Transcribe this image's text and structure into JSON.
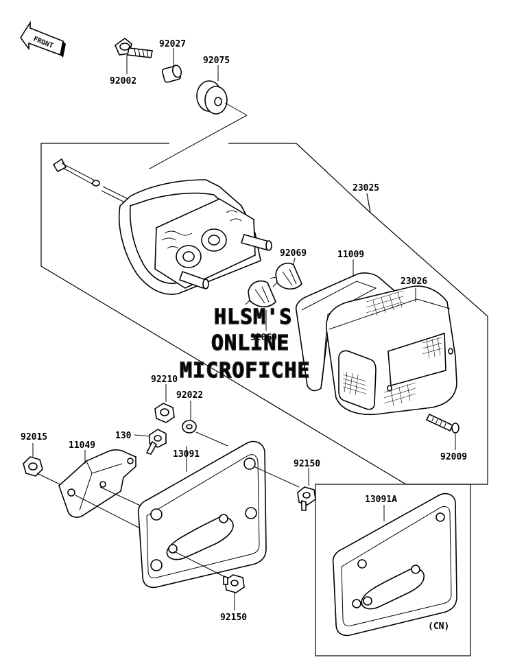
{
  "orientation_badge": "FRONT",
  "watermark": {
    "line1": "HLSM'S",
    "line2": "ONLINE",
    "line3": "MICROFICHE"
  },
  "parts": {
    "p92002": "92002",
    "p92027": "92027",
    "p92075": "92075",
    "p23025": "23025",
    "p92069a": "92069",
    "p11009": "11009",
    "p23026": "23026",
    "p92069b": "92069",
    "p92210": "92210",
    "p92022": "92022",
    "p92015": "92015",
    "p130": "130",
    "p11049": "11049",
    "p13091": "13091",
    "p92150a": "92150",
    "p92009": "92009",
    "p13091A": "13091A",
    "p92150b": "92150"
  },
  "region_note": "(CN)"
}
